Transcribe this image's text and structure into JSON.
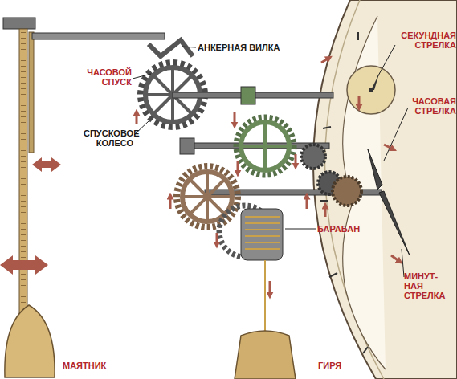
{
  "diagram": {
    "labels": [
      "АНКЕРНАЯ ВИЛКА",
      "ЧАСОВОЙ СПУСК",
      "СПУСКОВОЕ КОЛЕСО",
      "СЕКУНДНАЯ СТРЕЛКА",
      "ЧАСОВАЯ СТРЕЛКА",
      "БАРАБАН",
      "МИНУТ- НАЯ СТРЕЛКА",
      "МАЯТНИК",
      "ГИРЯ"
    ]
  }
}
